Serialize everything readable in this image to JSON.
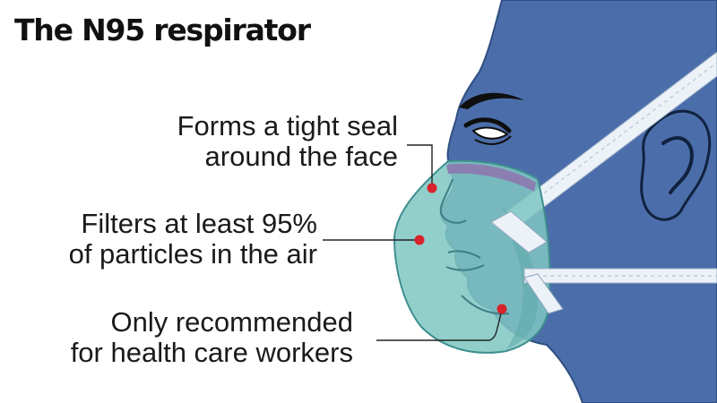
{
  "title": "The N95 respirator",
  "callouts": [
    {
      "lines": [
        "Forms a tight seal",
        "around the face"
      ]
    },
    {
      "lines": [
        "Filters at least 95%",
        "of particles in the air"
      ]
    },
    {
      "lines": [
        "Only recommended",
        "for health care workers"
      ]
    }
  ],
  "colors": {
    "head": "#4b6eaa",
    "head_outline": "#2f4f82",
    "mask": "#7fc7c2",
    "mask_edge": "#3f8f8f",
    "nose_band": "#8a7fb0",
    "strap": "#ecf2f8",
    "marker": "#d8232a",
    "leader": "#222222"
  }
}
